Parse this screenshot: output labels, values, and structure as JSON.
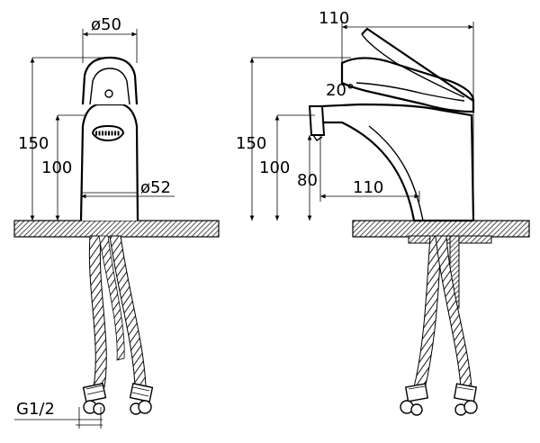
{
  "front_view": {
    "dimensions": {
      "top_diameter": "ø50",
      "total_height": "150",
      "spout_height": "100",
      "base_diameter": "ø52",
      "thread": "G1/2"
    }
  },
  "side_view": {
    "dimensions": {
      "lever_reach": "110",
      "lever_angle": "20°",
      "total_height": "150",
      "spout_height": "100",
      "outlet_height": "80",
      "spout_reach": "110"
    }
  },
  "colors": {
    "line": "#000000",
    "hatch": "#333333",
    "background": "#ffffff"
  }
}
